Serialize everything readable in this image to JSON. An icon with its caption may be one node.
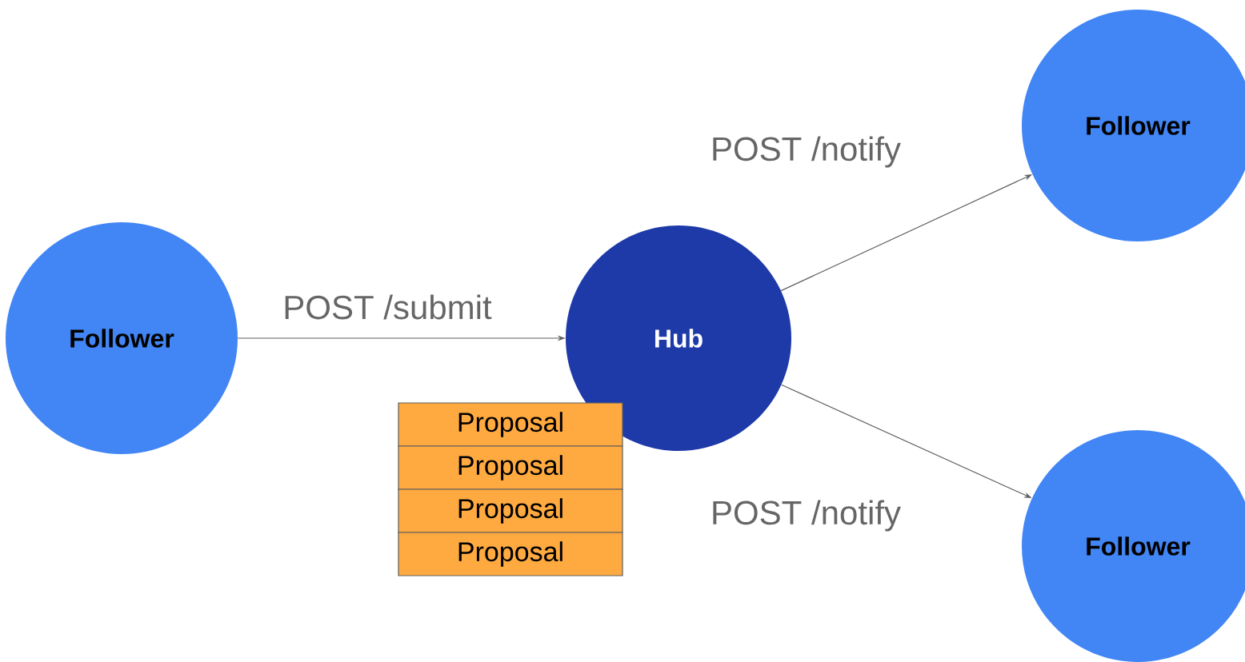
{
  "diagram": {
    "nodes": [
      {
        "text": [
          "Follower"
        ]
      },
      {
        "text": [
          "Hub"
        ]
      },
      {
        "text": [
          "Follower"
        ]
      },
      {
        "text": [
          "Follower"
        ]
      },
      {
        "text": [
          "Proposal"
        ]
      },
      {
        "text": [
          "Proposal"
        ]
      },
      {
        "text": [
          "Proposal"
        ]
      },
      {
        "text": [
          "Proposal"
        ]
      }
    ],
    "edges": [
      {
        "from": 0,
        "to": 1,
        "arrow": "to",
        "label": "POST /submit"
      },
      {
        "from": 1,
        "to": 2,
        "arrow": "to",
        "label": "POST /notify"
      },
      {
        "from": 1,
        "to": 3,
        "arrow": "to",
        "label": "POST /notify"
      }
    ]
  }
}
